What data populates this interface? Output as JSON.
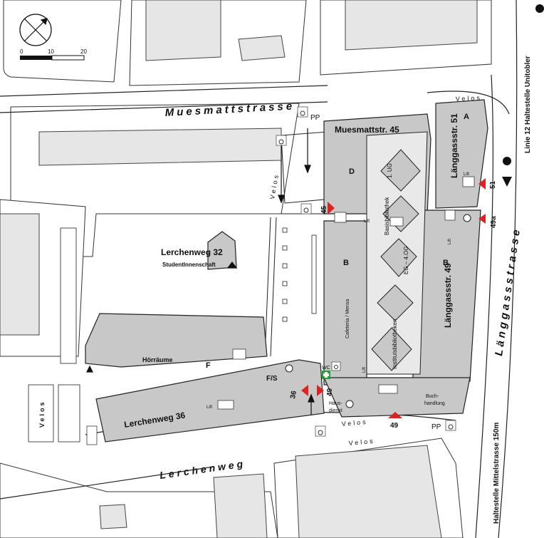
{
  "scale": {
    "ticks": [
      "0",
      "10",
      "20"
    ]
  },
  "streets": {
    "muesmatt": "Muesmattstrasse",
    "lerchenweg": "Lerchenweg",
    "langgass": "Länggassstrasse"
  },
  "velos": {
    "label": "Velos",
    "vertical": "Velos"
  },
  "buildings": {
    "muesmatt45": "Muesmattstr. 45",
    "langgass51": "Länggassstr. 51",
    "langgass49": "Länggassstr. 49",
    "lerchenweg32": "Lerchenweg 32",
    "studentinnenschaft": "StudentInnenschaft",
    "lerchenweg36": "Lerchenweg 36",
    "horraume": "Hörräume"
  },
  "sections": {
    "a": "A",
    "b1": "B",
    "b2": "B",
    "d": "D",
    "f": "F",
    "fs": "F/S"
  },
  "rooms": {
    "basisbibliothek": "Basisbibliothek",
    "ug": "1. UG",
    "eg": "EG – 4.OG",
    "institutsbibliotheken": "Institutsbibliotheken",
    "cafeteria": "Cafeteria / Mensa",
    "hausdienst1": "Haus-",
    "hausdienst2": "dienst",
    "buch1": "Buch-",
    "buch2": "handlung",
    "wc": "WC",
    "lift": "Lift"
  },
  "entrances": {
    "e45": "45",
    "e51": "51",
    "e49a": "49a",
    "e49b": "49",
    "e49c": "49",
    "e36": "36"
  },
  "parking": {
    "pp": "PP"
  },
  "transit": {
    "linie12": "Linie 12  Haltestelle Unitobler",
    "mittelstrasse": "Haltestelle Mittelstrasse 150m"
  }
}
